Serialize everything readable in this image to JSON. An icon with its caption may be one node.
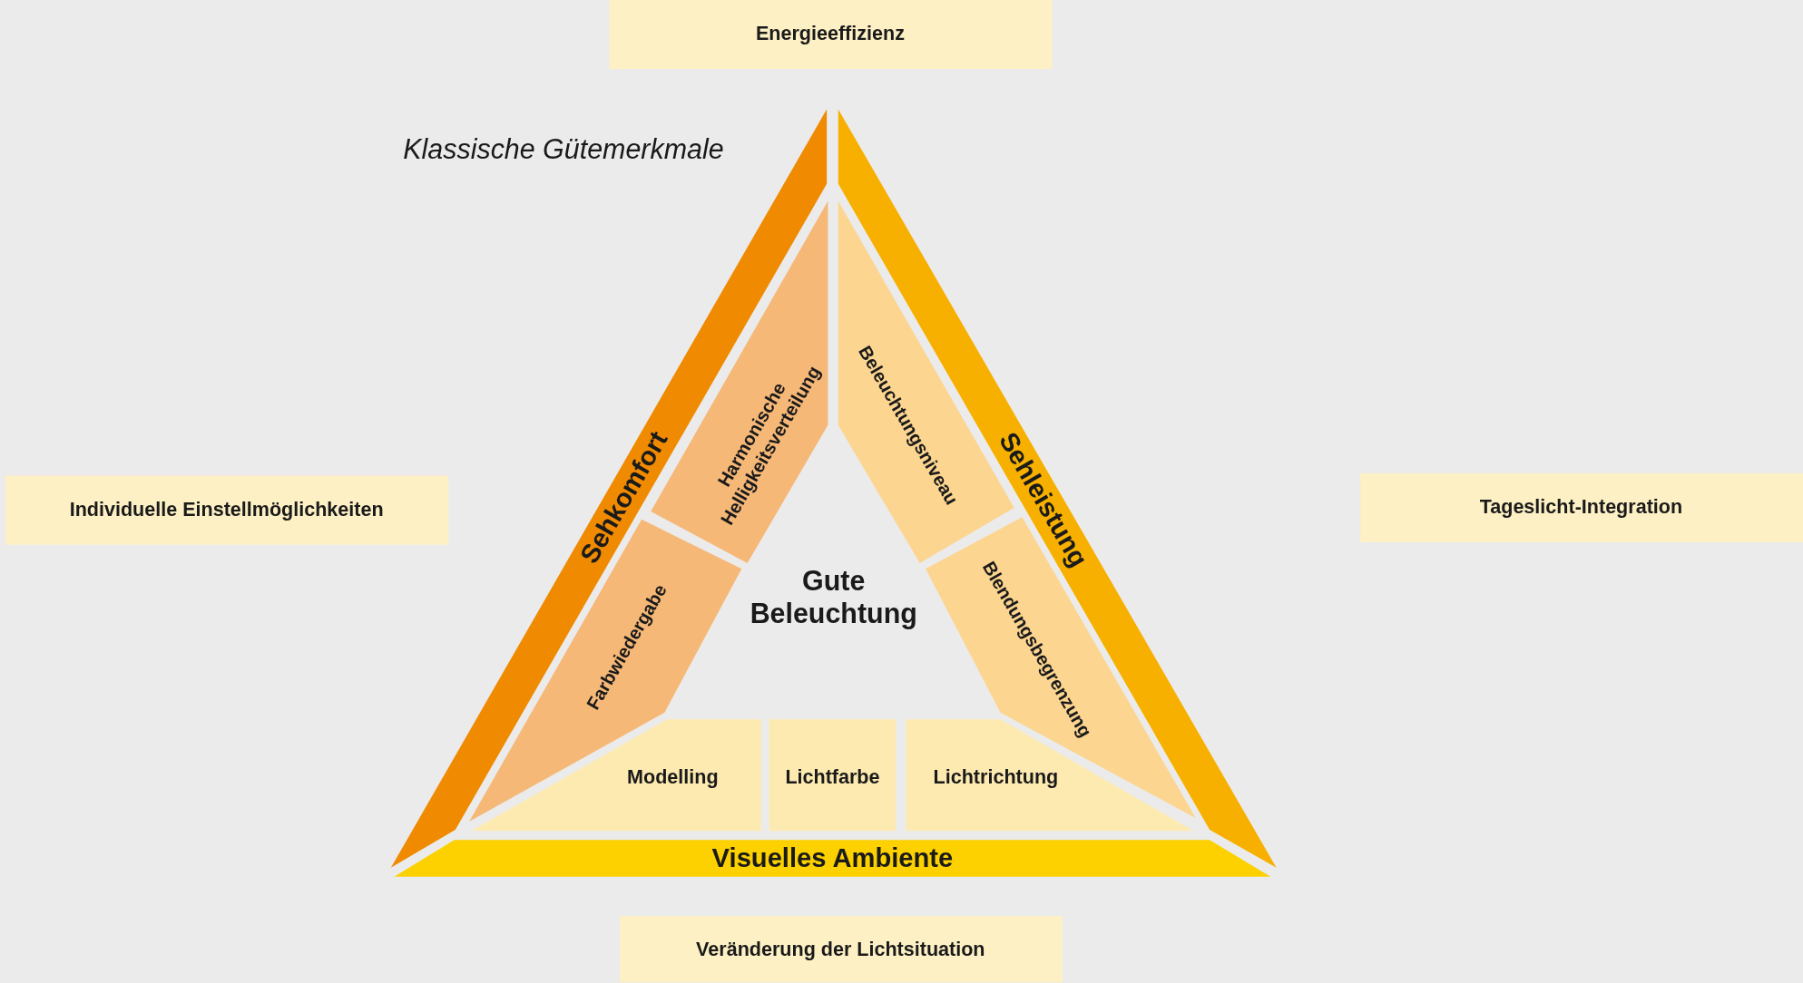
{
  "diagram": {
    "nodes": [
      {
        "text": [
          "Energieeffizienz"
        ]
      },
      {
        "text": [
          "Individuelle Einstellmöglichkeiten"
        ]
      },
      {
        "text": [
          "Tageslicht-Integration"
        ]
      },
      {
        "text": [
          "Sehkomfort"
        ]
      },
      {
        "text": [
          "Sehleistung"
        ]
      },
      {
        "text": [
          "Harmonische Helligkeitsverteilung"
        ]
      },
      {
        "text": [
          "Beleuchtungsniveau"
        ]
      },
      {
        "text": [
          "Farbwiedergabe"
        ]
      },
      {
        "text": [
          "Blendungsbegrenzung"
        ]
      },
      {
        "text": [
          "Modelling"
        ]
      },
      {
        "text": [
          "Lichtfarbe"
        ]
      },
      {
        "text": [
          "Lichtrichtung"
        ]
      },
      {
        "text": [
          "Visuelles Ambiente"
        ]
      },
      {
        "text": [
          "Veränderung der Lichtsituation"
        ]
      }
    ],
    "edges": [],
    "labels": [
      "Klassische Gütemerkmale",
      "Gute Beleuchtung"
    ]
  }
}
